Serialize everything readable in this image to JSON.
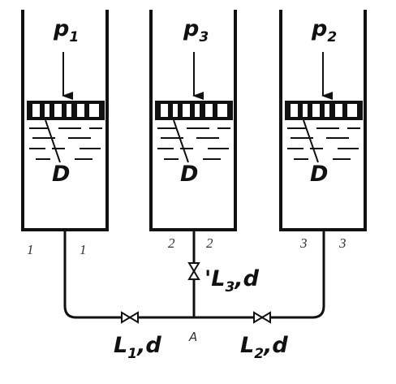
{
  "cylinders": [
    {
      "pressure": "p",
      "pressure_sub": "1",
      "diameter_label": "D",
      "section": "1"
    },
    {
      "pressure": "p",
      "pressure_sub": "3",
      "diameter_label": "D",
      "section": "2"
    },
    {
      "pressure": "p",
      "pressure_sub": "2",
      "diameter_label": "D",
      "section": "3"
    }
  ],
  "pipes": {
    "left": {
      "length": "L",
      "length_sub": "1",
      "diameter": ",d"
    },
    "right": {
      "length": "L",
      "length_sub": "2",
      "diameter": ",d"
    },
    "middle": {
      "length": "L",
      "length_sub": "3",
      "diameter": ",d",
      "prefix": "'"
    }
  },
  "junction": "A",
  "colors": {
    "ink": "#111111",
    "background": "#ffffff"
  }
}
